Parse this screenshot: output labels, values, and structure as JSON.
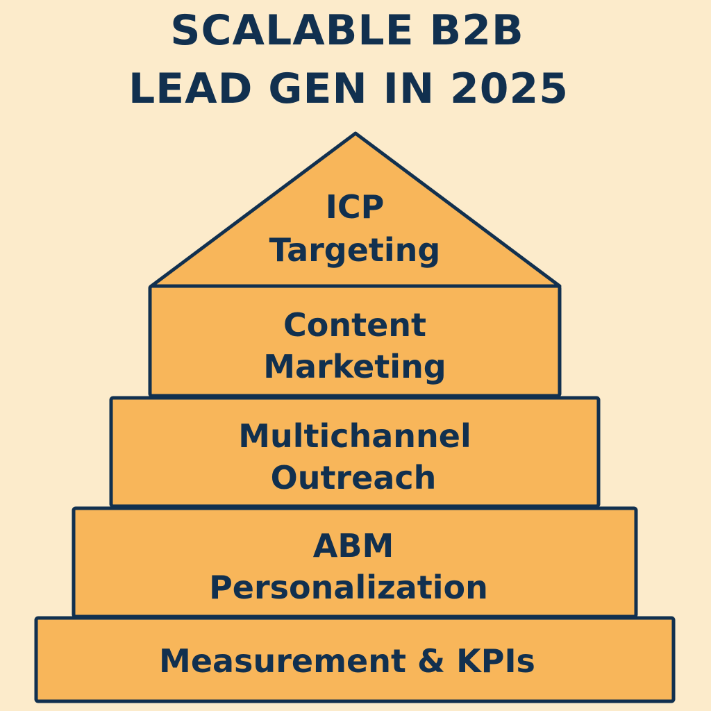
{
  "title": {
    "line1": "SCALABLE B2B",
    "line2": "LEAD GEN IN 2025"
  },
  "pyramid": {
    "top": {
      "line1": "ICP",
      "line2": "Targeting"
    },
    "levels": [
      {
        "line1": "Content",
        "line2": "Marketing"
      },
      {
        "line1": "Multichannel",
        "line2": "Outreach"
      },
      {
        "line1": "ABM",
        "line2": "Personalization"
      },
      {
        "line1": "Measurement & KPIs"
      }
    ]
  },
  "colors": {
    "background": "#fcebcb",
    "fill": "#f8b65a",
    "ink": "#11304f"
  }
}
